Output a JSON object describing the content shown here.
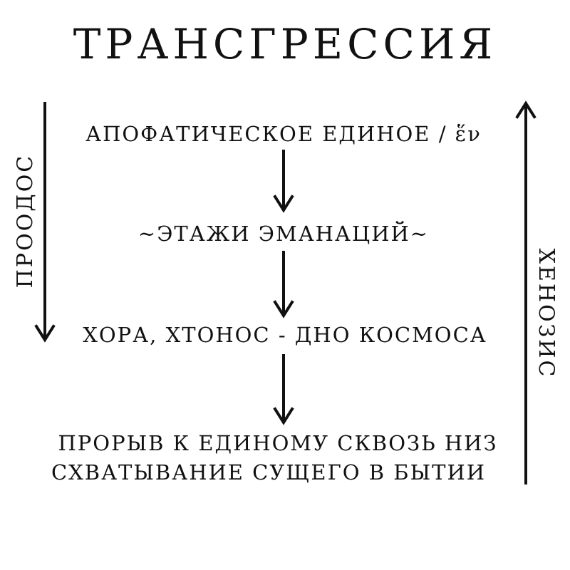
{
  "title": "ТРАНСГРЕССИЯ",
  "nodes": {
    "apophatic_one": "АПОФАТИЧЕСКОЕ ЕДИНОЕ / ἕν",
    "emanation_floors": "~ЭТАЖИ ЭМАНАЦИЙ~",
    "chora": "ХОРА, ХТОНОС - ДНО КОСМОСА",
    "breakthrough_line1": "ПРОРЫВ К ЕДИНОМУ СКВОЗЬ НИЗ",
    "breakthrough_line2": "СХВАТЫВАНИЕ СУЩЕГО В БЫТИИ"
  },
  "side_labels": {
    "left": "ПРООДОС",
    "right": "ХЕНОЗИС"
  },
  "colors": {
    "ink": "#111111",
    "background": "#ffffff"
  }
}
